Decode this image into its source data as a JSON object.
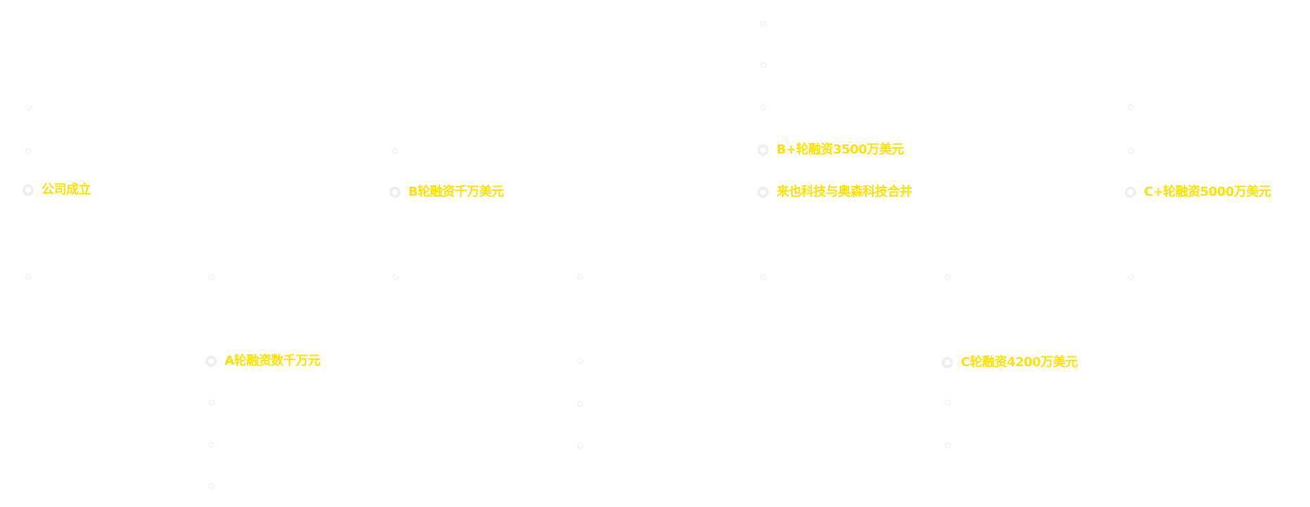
{
  "colors": {
    "label": "#ffe200",
    "ring": "#efefef",
    "dot": "#f5f5f5"
  },
  "timeline": {
    "milestones": [
      {
        "label": "公司成立"
      },
      {
        "label": "A轮融资数千万元"
      },
      {
        "label": "B轮融资千万美元"
      },
      {
        "label": "B+轮融资3500万美元"
      },
      {
        "label": "来也科技与奥森科技合并"
      },
      {
        "label": "C轮融资4200万美元"
      },
      {
        "label": "C+轮融资5000万美元"
      }
    ]
  }
}
